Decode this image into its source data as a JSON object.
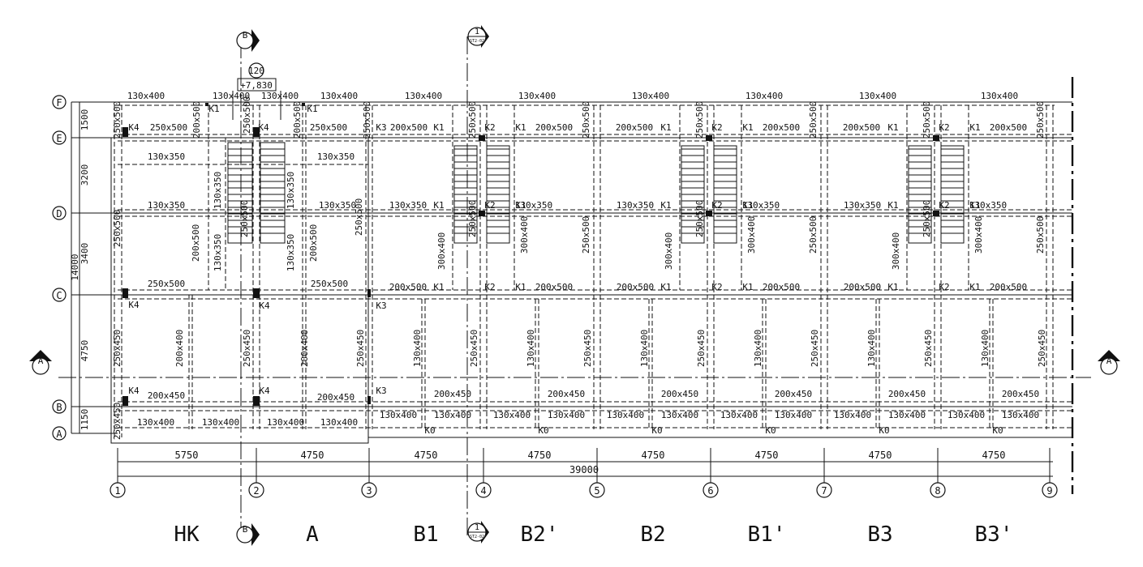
{
  "grid": {
    "columns": [
      "1",
      "2",
      "3",
      "4",
      "5",
      "6",
      "7",
      "8",
      "9"
    ],
    "rows": [
      "F",
      "E",
      "D",
      "C",
      "B",
      "A"
    ],
    "bay_dims": [
      "5750",
      "4750",
      "4750",
      "4750",
      "4750",
      "4750",
      "4750",
      "4750"
    ],
    "total_length": "39000",
    "row_dims": [
      "1500",
      "3200",
      "3400",
      "4750",
      "1150"
    ],
    "total_depth": "14000"
  },
  "units": [
    "HK",
    "A",
    "B1",
    "B2'",
    "B2",
    "B1'",
    "B3",
    "B3'"
  ],
  "section_marks": {
    "B": "B",
    "one": "1",
    "one_sub": "ST2-02",
    "A": "A"
  },
  "elevation": {
    "slab": "120",
    "level": "+7,830"
  },
  "beam_labels": {
    "b130x400": "130x400",
    "b130x350": "130x350",
    "b250x500": "250x500",
    "b200x500": "200x500",
    "b300x400": "300x400",
    "b250x450": "250x450",
    "b200x450": "200x450",
    "b200x400": "200x400"
  },
  "column_labels": {
    "K0": "K0",
    "K1": "K1",
    "K2": "K2",
    "K3": "K3",
    "K4": "K4"
  }
}
